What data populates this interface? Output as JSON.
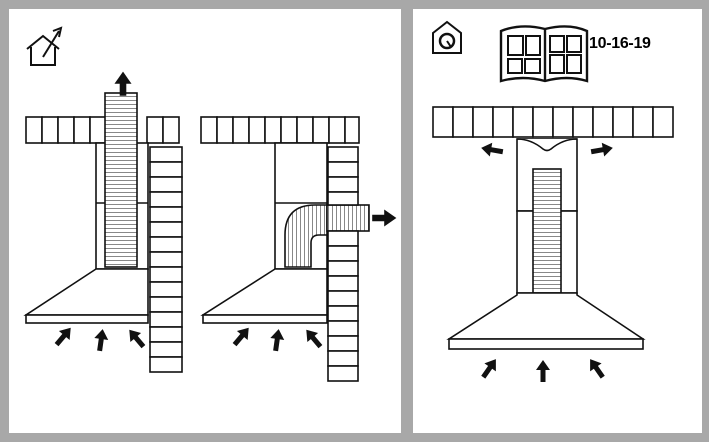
{
  "left_panel": {
    "icon": "house-vent-out-icon",
    "figures": [
      "duct-straight-up",
      "duct-elbow-side"
    ]
  },
  "right_panel": {
    "icons": [
      "house-recirculation-icon",
      "open-book-icon"
    ],
    "page_reference": "10-16-19",
    "figure": "recirculation-vents-side"
  }
}
